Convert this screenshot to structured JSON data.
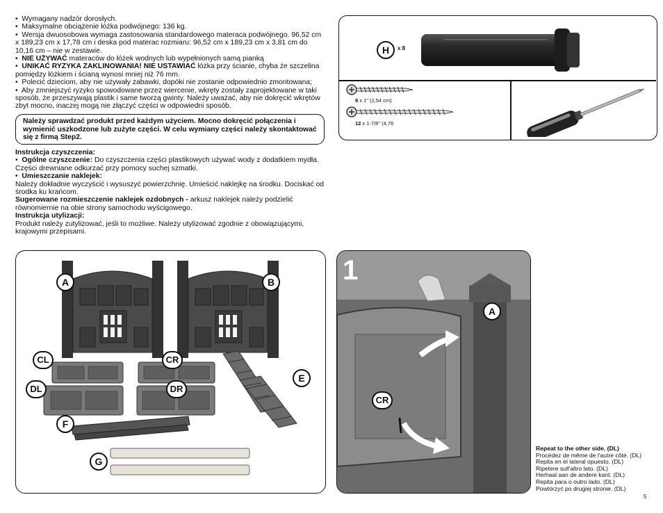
{
  "safety": {
    "bullets": [
      "Wymagany nadzór dorosłych.",
      "Maksymalne obciążenie łóżka podwójnego: 136 kg.",
      " Wersja dwuosobowa wymaga zastosowania standardowego materaca podwójnego. 96,52 cm x 189,23 cm x 17,78 cm i deska pod materac rozmiaru: 96,52 cm x 189,23 cm x 3,81 cm do 10,16 cm – nie w zestawie."
    ],
    "no_use_bold": "NIE UŻYWAĆ",
    "no_use_text": " materaców do łóżek wodnych lub wypełnionych samą pianką",
    "avoid_bold": "UNIKAĆ RYZYKA ZAKLINOWANIA! NIE USTAWIAĆ",
    "avoid_text": " łóżka przy ścianie, chyba że szczelina pomiędzy łóżkiem i ścianą wynosi mniej niż 76 mm.",
    "kids_text": " Polecić dzieciom, aby nie używały zabawki, dopóki nie zostanie odpowiednio zmontowana;",
    "drill_text": " Aby zmniejszyć ryzyko spowodowane przez wiercenie, wkręty zostały zaprojektowane w taki sposób, że przeszywają plastik i same tworzą gwinty. Należy uważać, aby nie dokręcić wkrętów zbyt mocno, inaczej mogą nie złączyć części w odpowiedni sposób."
  },
  "warning_box": "Należy sprawdzać produkt przed każdym użyciem. Mocno dokręcić połączenia i wymienić uszkodzone lub zużyte części. W celu wymiany części należy skontaktować się z firmą Step2.",
  "cleaning": {
    "heading": "Instrukcja czyszczenia:",
    "general_bold": "Ogólne czyszczenie:",
    "general_text": " Do czyszczenia części plastikowych używać wody z dodatkiem mydła. Części drewniane odkurzać przy pomocy suchej szmatki.",
    "stickers_bold": "Umieszczanie naklejek:",
    "stickers_text": "Należy dokładnie wyczyścić i wysuszyć powierzchnię. Umieścić naklejkę na środku. Dociskać od środka ku krańcom.",
    "decor_bold": "Sugerowane rozmieszczenie naklejek ozdobnych -",
    "decor_text": " arkusz naklejek należy podzielić równomiernie na obie strony samochodu wyścigowego.",
    "disposal_heading": "Instrukcja utylizacji:",
    "disposal_text": "Produkt należy zutylizować, jeśli to możliwe.  Należy utylizować zgodnie z obowiązującymi, krajowymi przepisami."
  },
  "hardware": {
    "h_label": "H",
    "h_qty": "x 8",
    "screw1_qty": "8",
    "screw1_size": " x 1\" (2,54 cm)",
    "screw2_qty": "12",
    "screw2_size": " x 1-7/8\" (4,76"
  },
  "parts": {
    "labels": [
      "A",
      "B",
      "CL",
      "CR",
      "E",
      "DL",
      "DR",
      "F",
      "G"
    ]
  },
  "step": {
    "number": "1",
    "label_a": "A",
    "label_cr": "CR"
  },
  "repeat": {
    "title": "Repeat to the other side. (DL)",
    "lines": [
      "Procédez de même de l'autre côté. (DL)",
      "Repita en el lateral opuesto. (DL)",
      "Ripetere sull'altro lato. (DL)",
      "Herhaal aan de andere kant. (DL)",
      "Repita para o outro lado. (DL)",
      "Powtórzyć po drugiej stronie. (DL)"
    ]
  },
  "page_number": "5",
  "colors": {
    "panel_dark": "#3d3d3d",
    "panel_light": "#7a7a7a",
    "wood": "#6e6e6e",
    "slat": "#e6e3d8"
  }
}
